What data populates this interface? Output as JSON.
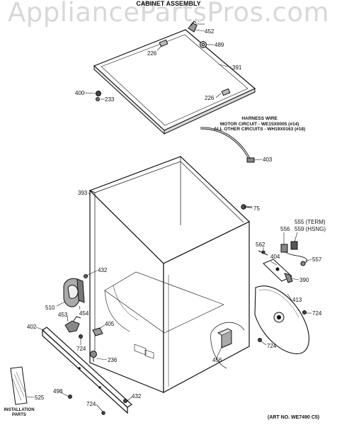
{
  "watermark": "AppliancePartsPros.com",
  "title": "CABINET ASSEMBLY",
  "harness_note": {
    "line1": "HARNESS WIRE",
    "line2": "MOTOR CIRCUIT - WE15X0005 (#14)",
    "line3": "ALL OTHER CIRCUITS - WH19X0163 (#18)"
  },
  "installation_parts": {
    "line1": "INSTALLATION",
    "line2": "PARTS"
  },
  "art_no": "(ART NO. WE7490 C5)",
  "part_labels": {
    "p452": "452",
    "p489": "489",
    "p226a": "226",
    "p391": "391",
    "p400": "400",
    "p233": "233",
    "p226b": "226",
    "p403": "403",
    "p393": "393",
    "p75": "75",
    "p555": "555 (TERM)",
    "p559": "559 (HSNG)",
    "p556": "556",
    "p562": "562",
    "p404": "404",
    "p557": "557",
    "p432a": "432",
    "p390": "390",
    "p413": "413",
    "p724a": "724",
    "p510": "510",
    "p454": "454",
    "p453": "453",
    "p405": "405",
    "p402": "402",
    "p724b": "724",
    "p236": "236",
    "p724c": "724",
    "p456": "456",
    "p498": "498",
    "p525": "525",
    "p432b": "432",
    "p724d": "724"
  }
}
